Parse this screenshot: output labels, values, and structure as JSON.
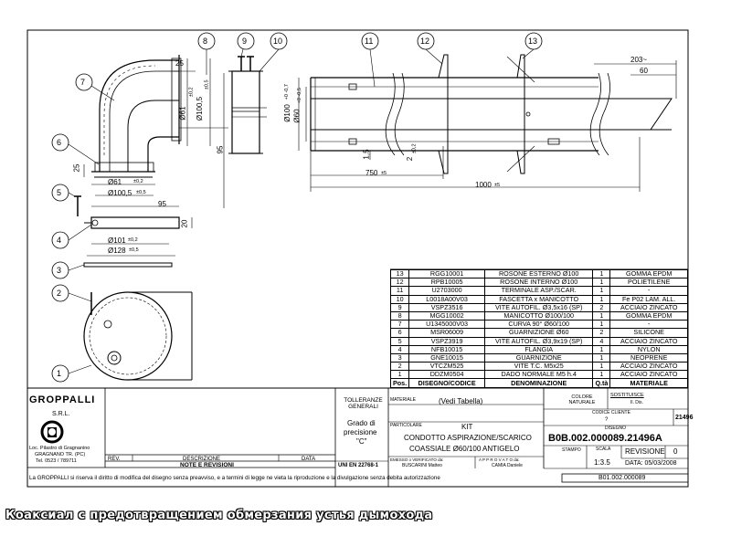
{
  "balloons": [
    "1",
    "2",
    "3",
    "4",
    "5",
    "6",
    "7",
    "8",
    "9",
    "10",
    "11",
    "12",
    "13"
  ],
  "dims": {
    "d_25_top": "25",
    "d_25_left": "25",
    "d_61_side": "Ø61",
    "d_61_side_tol": "±0,2",
    "d_100_5_side": "Ø100,5",
    "d_100_5_side_tol": "±0,5",
    "d_61_bottom": "Ø61",
    "d_61_bottom_tol": "±0,2",
    "d_100_5_bottom": "Ø100,5",
    "d_100_5_bottom_tol": "±0,5",
    "d_95_v": "95",
    "d_95_h": "95",
    "d_20": "20",
    "d_101": "Ø101",
    "d_101_tol": "±0,2",
    "d_128": "Ø128",
    "d_128_tol": "±0,5",
    "d_100_pipe": "Ø100",
    "d_100_pipe_tol": "+0 -0,7",
    "d_60_pipe": "Ø60",
    "d_60_pipe_tol": "+0 -0,5",
    "d_1_5": "1,5",
    "d_2": "2",
    "d_2_tol": "±0,2",
    "d_750": "750",
    "d_750_tol": "±5",
    "d_1000": "1000",
    "d_1000_tol": "±5",
    "d_203": "203~",
    "d_60": "60"
  },
  "bom": {
    "rows": [
      {
        "pos": "13",
        "code": "RGG10001",
        "name": "ROSONE ESTERNO Ø100",
        "qty": "1",
        "material": "GOMMA EPDM"
      },
      {
        "pos": "12",
        "code": "RPB10005",
        "name": "ROSONE INTERNO Ø100",
        "qty": "1",
        "material": "POLIETILENE"
      },
      {
        "pos": "11",
        "code": "U2703000",
        "name": "TERMINALE ASP./SCAR.",
        "qty": "1",
        "material": "-"
      },
      {
        "pos": "10",
        "code": "L0018A00V03",
        "name": "FASCETTA x MANICOTTO",
        "qty": "1",
        "material": "Fe P02 LAM. ALL."
      },
      {
        "pos": "9",
        "code": "VSPZ3516",
        "name": "VITE AUTOFIL. Ø3,5x16 (SP)",
        "qty": "2",
        "material": "ACCIAIO ZINCATO"
      },
      {
        "pos": "8",
        "code": "MGG10002",
        "name": "MANICOTTO Ø100/100",
        "qty": "1",
        "material": "GOMMA EPDM"
      },
      {
        "pos": "7",
        "code": "U1345000V03",
        "name": "CURVA 90° Ø60/100",
        "qty": "1",
        "material": "-"
      },
      {
        "pos": "6",
        "code": "MSR06009",
        "name": "GUARNIZIONE Ø60",
        "qty": "2",
        "material": "SILICONE"
      },
      {
        "pos": "5",
        "code": "VSPZ3919",
        "name": "VITE AUTOFIL. Ø3,9x19 (SP)",
        "qty": "4",
        "material": "ACCIAIO ZINCATO"
      },
      {
        "pos": "4",
        "code": "NFB10015",
        "name": "FLANGIA",
        "qty": "1",
        "material": "NYLON"
      },
      {
        "pos": "3",
        "code": "GNE10015",
        "name": "GUARNIZIONE",
        "qty": "1",
        "material": "NEOPRENE"
      },
      {
        "pos": "2",
        "code": "VTCZM525",
        "name": "VITE T.C. M5x25",
        "qty": "1",
        "material": "ACCIAIO ZINCATO"
      },
      {
        "pos": "1",
        "code": "DDZM0504",
        "name": "DADO NORMALE M5 h.4",
        "qty": "1",
        "material": "ACCIAIO ZINCATO"
      }
    ],
    "header": {
      "pos": "Pos.",
      "code": "DISEGNO/CODICE",
      "name": "DENOMINAZIONE",
      "qty": "Q.tà",
      "material": "MATERIALE"
    }
  },
  "titleblock": {
    "company": "GROPPALLI",
    "company_sub": "S.R.L.",
    "address1": "Loc. Pilastro di Gragnanino",
    "address2": "GRAGNANO TR. (PC)",
    "phone": "Tel. 0523 / 789711",
    "rev_label": "REV.",
    "descr_label": "DESCRIZIONE",
    "data_label": "DATA",
    "notes_label": "NOTE E REVISIONI",
    "tolleranze": "TOLLERANZE GENERALI",
    "grado1": "Grado di",
    "grado2": "precisione",
    "grado3": "\"C\"",
    "uni": "UNI EN 22768-1",
    "materiale_label": "MATERIALE",
    "materiale_value": "(Vedi Tabella)",
    "colore_label": "COLORE NATURALE",
    "sostituisce_label": "SOSTITUISCE",
    "sostituisce_value": "Il. Dis.",
    "codice_cliente_label": "CODICE CLIENTE",
    "codice_cliente_value": "?",
    "code_right": "21496",
    "particolare_label": "PARTICOLARE",
    "kit": "KIT",
    "line1": "CONDOTTO ASPIRAZIONE/SCARICO",
    "line2": "COASSIALE Ø60/100 ANTIGELO",
    "disegno_label": "DISEGNO",
    "disegno_value": "B0B.002.000089.21496A",
    "emesso_label": "EMESSO o VERIFICATO da:",
    "emesso_value": "BUSCARINI Matteo",
    "approvato_label": "A P P R O V A T O da:",
    "approvato_value": "CAMIA Daniele",
    "stampo_label": "STAMPO",
    "scala_label": "SCALA",
    "scala_value": "1:3.5",
    "revisione_label": "REVISIONE",
    "revisione_value": "0",
    "data_value": "DATA: 05/03/2008",
    "bottom_code": "B01.002.000089"
  },
  "disclaimer": "La GROPPALLI si riserva il diritto di modifica del disegno senza preavviso, e a termini di legge ne vieta la riproduzione e la divulgazione senza debita autorizzazione",
  "caption": "Коаксиал с предотвращением обмерзания устья дымохода"
}
